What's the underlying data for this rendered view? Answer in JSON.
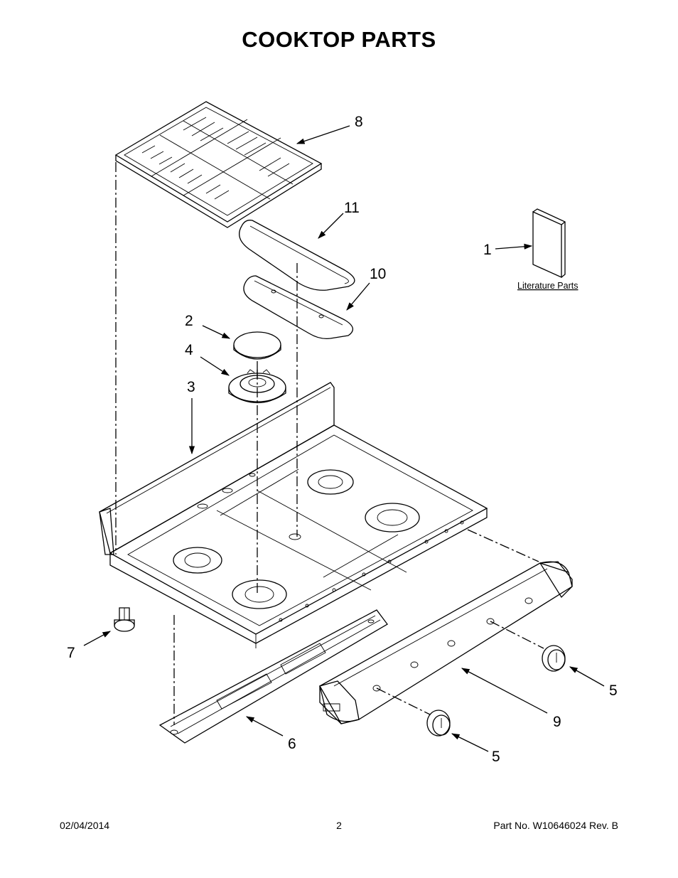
{
  "title": "COOKTOP PARTS",
  "callouts": {
    "c1": "1",
    "c2": "2",
    "c3": "3",
    "c4": "4",
    "c5a": "5",
    "c5b": "5",
    "c6": "6",
    "c7": "7",
    "c8": "8",
    "c9": "9",
    "c10": "10",
    "c11": "11"
  },
  "literature_label": "Literature Parts",
  "footer": {
    "date": "02/04/2014",
    "page": "2",
    "part": "Part No.  W10646024  Rev.  B"
  }
}
